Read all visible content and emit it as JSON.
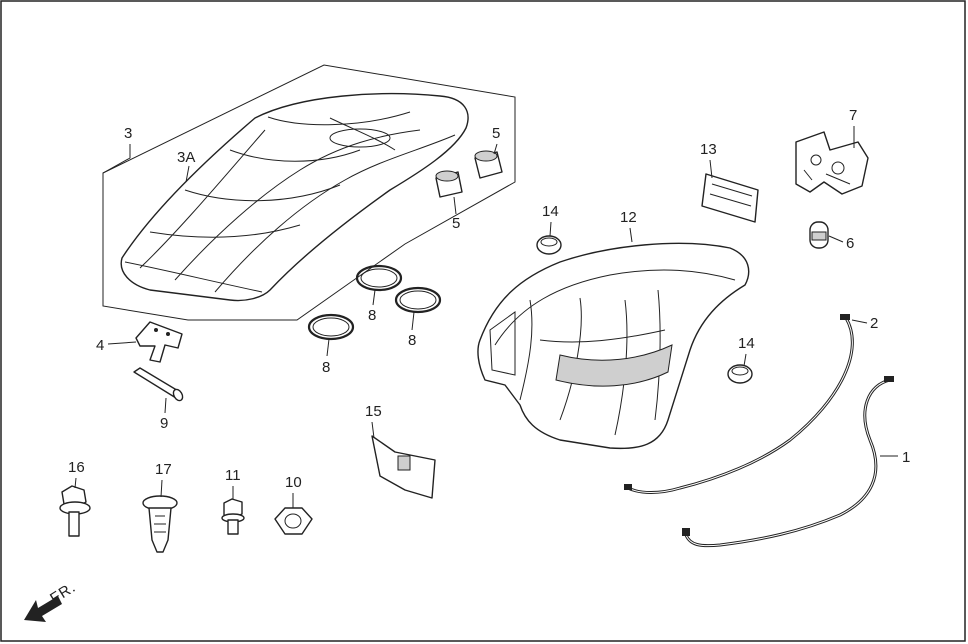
{
  "diagram": {
    "direction_label": "FR.",
    "callouts": {
      "c1": "1",
      "c2": "2",
      "c3": "3",
      "c3a": "3A",
      "c4": "4",
      "c5a": "5",
      "c5b": "5",
      "c6": "6",
      "c7": "7",
      "c8a": "8",
      "c8b": "8",
      "c8c": "8",
      "c9": "9",
      "c10": "10",
      "c11": "11",
      "c12": "12",
      "c13": "13",
      "c14a": "14",
      "c14b": "14",
      "c15": "15",
      "c16": "16",
      "c17": "17"
    }
  }
}
